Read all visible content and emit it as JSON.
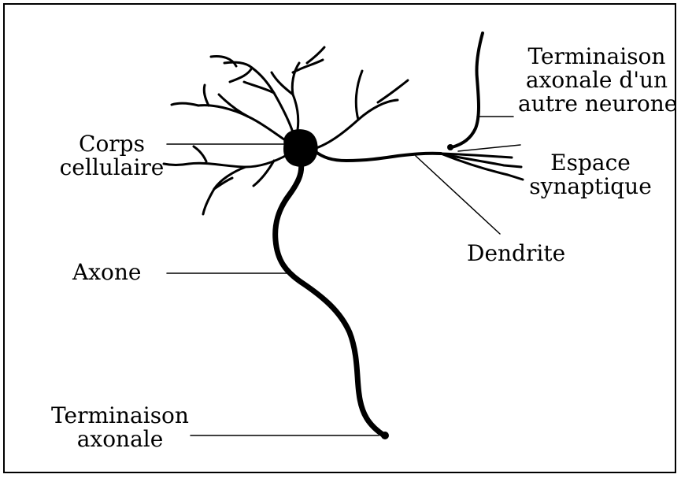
{
  "colors": {
    "ink": "#000000",
    "background": "#ffffff"
  },
  "labels": {
    "terminaison_autre": [
      "Terminaison",
      "axonale d'un",
      "autre neurone"
    ],
    "corps": [
      "Corps",
      "cellulaire"
    ],
    "espace": [
      "Espace",
      "synaptique"
    ],
    "dendrite": "Dendrite",
    "axone": "Axone",
    "terminaison_axonale": [
      "Terminaison",
      "axonale"
    ]
  }
}
